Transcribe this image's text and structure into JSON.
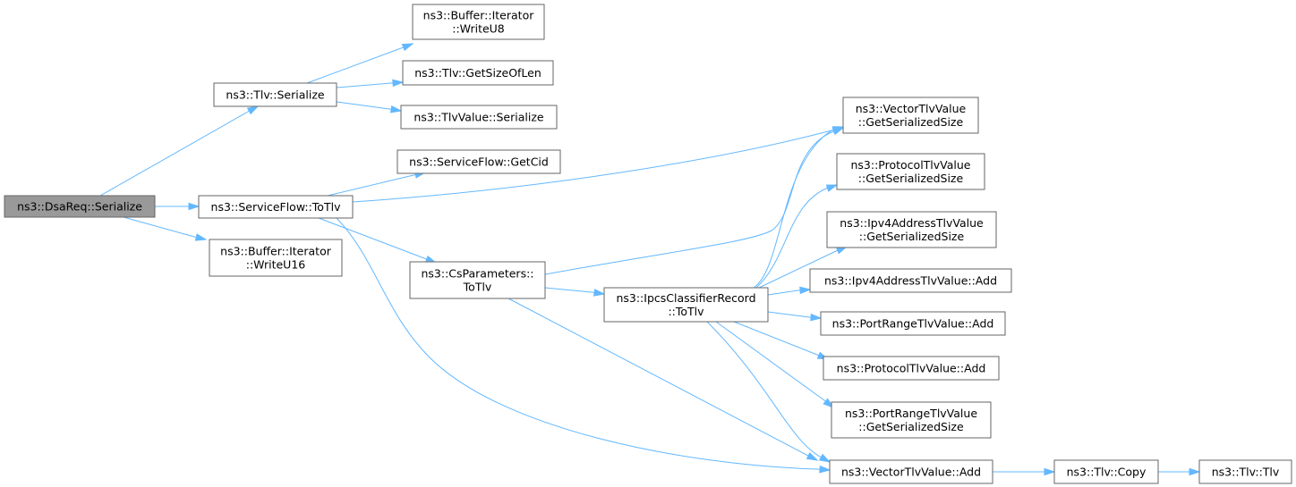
{
  "graph": {
    "accent_color": "#63b8ff",
    "root_fill": "#999999",
    "nodes": [
      {
        "id": "dsareq_serialize",
        "lines": [
          "ns3::DsaReq::Serialize"
        ],
        "root": true
      },
      {
        "id": "tlv_serialize",
        "lines": [
          "ns3::Tlv::Serialize"
        ]
      },
      {
        "id": "buffer_iterator_writeu8",
        "lines": [
          "ns3::Buffer::Iterator",
          "::WriteU8"
        ]
      },
      {
        "id": "tlv_getsizeoflen",
        "lines": [
          "ns3::Tlv::GetSizeOfLen"
        ]
      },
      {
        "id": "tlvvalue_serialize",
        "lines": [
          "ns3::TlvValue::Serialize"
        ]
      },
      {
        "id": "serviceflow_getcid",
        "lines": [
          "ns3::ServiceFlow::GetCid"
        ]
      },
      {
        "id": "serviceflow_totlv",
        "lines": [
          "ns3::ServiceFlow::ToTlv"
        ]
      },
      {
        "id": "buffer_iterator_writeu16",
        "lines": [
          "ns3::Buffer::Iterator",
          "::WriteU16"
        ]
      },
      {
        "id": "csparameters_totlv",
        "lines": [
          "ns3::CsParameters::",
          "ToTlv"
        ]
      },
      {
        "id": "ipcsclassifierrecord_totlv",
        "lines": [
          "ns3::IpcsClassifierRecord",
          "::ToTlv"
        ]
      },
      {
        "id": "vectortlvvalue_getserializedsize",
        "lines": [
          "ns3::VectorTlvValue",
          "::GetSerializedSize"
        ]
      },
      {
        "id": "protocoltlvvalue_getserializedsize",
        "lines": [
          "ns3::ProtocolTlvValue",
          "::GetSerializedSize"
        ]
      },
      {
        "id": "ipv4addresstlvvalue_getserializedsize",
        "lines": [
          "ns3::Ipv4AddressTlvValue",
          "::GetSerializedSize"
        ]
      },
      {
        "id": "ipv4addresstlvvalue_add",
        "lines": [
          "ns3::Ipv4AddressTlvValue::Add"
        ]
      },
      {
        "id": "portrangetlvvalue_add",
        "lines": [
          "ns3::PortRangeTlvValue::Add"
        ]
      },
      {
        "id": "protocoltlvvalue_add",
        "lines": [
          "ns3::ProtocolTlvValue::Add"
        ]
      },
      {
        "id": "portrangetlvvalue_getserializedsize",
        "lines": [
          "ns3::PortRangeTlvValue",
          "::GetSerializedSize"
        ]
      },
      {
        "id": "vectortlvvalue_add",
        "lines": [
          "ns3::VectorTlvValue::Add"
        ]
      },
      {
        "id": "tlv_copy",
        "lines": [
          "ns3::Tlv::Copy"
        ]
      },
      {
        "id": "tlv_tlv",
        "lines": [
          "ns3::Tlv::Tlv"
        ]
      }
    ],
    "edges": [
      {
        "from": "dsareq_serialize",
        "to": "tlv_serialize"
      },
      {
        "from": "dsareq_serialize",
        "to": "serviceflow_totlv"
      },
      {
        "from": "dsareq_serialize",
        "to": "buffer_iterator_writeu16"
      },
      {
        "from": "tlv_serialize",
        "to": "buffer_iterator_writeu8"
      },
      {
        "from": "tlv_serialize",
        "to": "tlv_getsizeoflen"
      },
      {
        "from": "tlv_serialize",
        "to": "tlvvalue_serialize"
      },
      {
        "from": "serviceflow_totlv",
        "to": "serviceflow_getcid"
      },
      {
        "from": "serviceflow_totlv",
        "to": "vectortlvvalue_getserializedsize"
      },
      {
        "from": "serviceflow_totlv",
        "to": "csparameters_totlv"
      },
      {
        "from": "serviceflow_totlv",
        "to": "vectortlvvalue_add"
      },
      {
        "from": "csparameters_totlv",
        "to": "vectortlvvalue_getserializedsize"
      },
      {
        "from": "csparameters_totlv",
        "to": "ipcsclassifierrecord_totlv"
      },
      {
        "from": "csparameters_totlv",
        "to": "vectortlvvalue_add"
      },
      {
        "from": "ipcsclassifierrecord_totlv",
        "to": "vectortlvvalue_getserializedsize"
      },
      {
        "from": "ipcsclassifierrecord_totlv",
        "to": "protocoltlvvalue_getserializedsize"
      },
      {
        "from": "ipcsclassifierrecord_totlv",
        "to": "ipv4addresstlvvalue_getserializedsize"
      },
      {
        "from": "ipcsclassifierrecord_totlv",
        "to": "ipv4addresstlvvalue_add"
      },
      {
        "from": "ipcsclassifierrecord_totlv",
        "to": "portrangetlvvalue_add"
      },
      {
        "from": "ipcsclassifierrecord_totlv",
        "to": "protocoltlvvalue_add"
      },
      {
        "from": "ipcsclassifierrecord_totlv",
        "to": "portrangetlvvalue_getserializedsize"
      },
      {
        "from": "ipcsclassifierrecord_totlv",
        "to": "vectortlvvalue_add"
      },
      {
        "from": "vectortlvvalue_add",
        "to": "tlv_copy"
      },
      {
        "from": "tlv_copy",
        "to": "tlv_tlv"
      }
    ]
  }
}
